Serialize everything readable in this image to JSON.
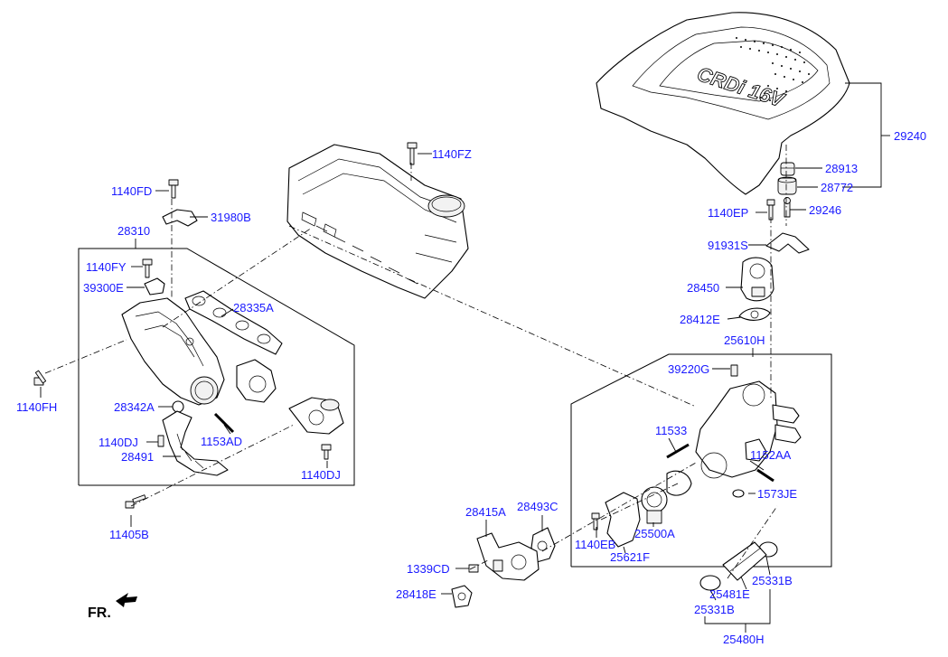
{
  "diagram": {
    "cover_logo": "CRDi 16V",
    "fr_marker": "FR.",
    "labels": {
      "p29240": "29240",
      "p28913": "28913",
      "p28772": "28772",
      "p29246": "29246",
      "p1140EP": "1140EP",
      "p91931S": "91931S",
      "p28450": "28450",
      "p28412E": "28412E",
      "p25610H": "25610H",
      "p39220G": "39220G",
      "p11533": "11533",
      "p1152AA": "1152AA",
      "p1573JE": "1573JE",
      "p28493C": "28493C",
      "p28415A": "28415A",
      "p1140EB": "1140EB",
      "p25500A": "25500A",
      "p25621F": "25621F",
      "p1339CD": "1339CD",
      "p28418E": "28418E",
      "p25331B_top": "25331B",
      "p25481E": "25481E",
      "p25331B_bot": "25331B",
      "p25480H": "25480H",
      "p1140FZ": "1140FZ",
      "p1140FD": "1140FD",
      "p31980B": "31980B",
      "p28310": "28310",
      "p1140FY": "1140FY",
      "p39300E": "39300E",
      "p28335A": "28335A",
      "p1140FH": "1140FH",
      "p28342A": "28342A",
      "p1140DJ_left": "1140DJ",
      "p1153AD": "1153AD",
      "p28491": "28491",
      "p1140DJ_bot": "1140DJ",
      "p11405B": "11405B"
    }
  },
  "colors": {
    "label": "#1a1aff",
    "line": "#000000",
    "background": "#ffffff"
  }
}
